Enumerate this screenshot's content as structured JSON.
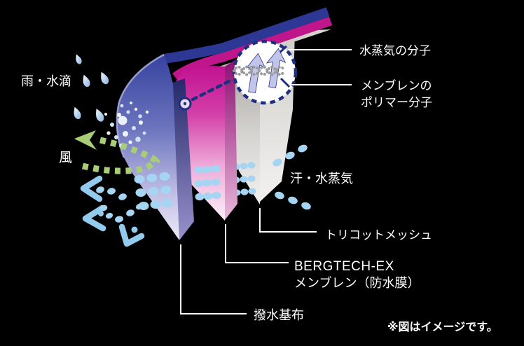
{
  "diagram": {
    "title_context": "fabric-layer-cross-section",
    "labels": {
      "rain": "雨・水滴",
      "wind": "風",
      "vapor_molecule": "水蒸気の分子",
      "membrane_polymer_line1": "メンブレンの",
      "membrane_polymer_line2": "ポリマー分子",
      "sweat_vapor": "汗・水蒸気",
      "tricot_mesh": "トリコットメッシュ",
      "membrane_line1": "BERGTECH-EX",
      "membrane_line2": "メンブレン（防水膜）",
      "base_fabric": "撥水基布",
      "disclaimer": "※図はイメージです。"
    },
    "layers": [
      {
        "name": "water-repellent-base-fabric",
        "label": "撥水基布",
        "color": "#3a46a2"
      },
      {
        "name": "bergtech-ex-membrane",
        "label": "BERGTECH-EX メンブレン（防水膜）",
        "color": "#c0108f"
      },
      {
        "name": "tricot-mesh",
        "label": "トリコットメッシュ",
        "color": "#c9c6c2"
      }
    ],
    "icons": [
      {
        "name": "water-droplet-icon",
        "meaning": "rain droplets"
      },
      {
        "name": "wind-arrow-icon",
        "meaning": "wind deflected by fabric"
      },
      {
        "name": "vapor-dot-icon",
        "meaning": "sweat / water vapor passing through layers"
      },
      {
        "name": "magnifier-icon",
        "meaning": "zoom on membrane polymer molecules"
      },
      {
        "name": "polymer-chain-icon",
        "meaning": "membrane polymer molecule"
      },
      {
        "name": "vapor-up-arrow-icon",
        "meaning": "water vapor molecule escaping"
      }
    ],
    "colors": {
      "background": "#000000",
      "text": "#ffffff",
      "layer_blue": "#3a46a2",
      "layer_navy_edge": "#2c3893",
      "layer_magenta": "#c0108f",
      "layer_gray": "#c9c6c2",
      "vapor_blue": "#a5d5f2",
      "wind_green": "#a9cc76",
      "magnifier_navy": "#1f2f80"
    }
  }
}
